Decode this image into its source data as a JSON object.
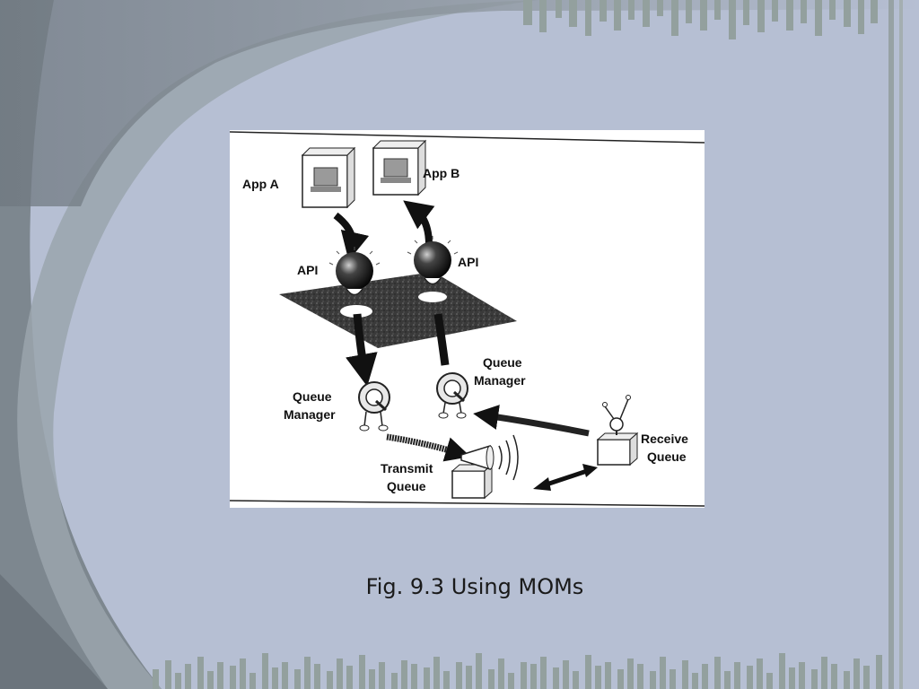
{
  "slide": {
    "caption": "Fig. 9.3 Using MOMs",
    "colors": {
      "background": "#b6bfd3",
      "swoosh": "#8f9aa6",
      "bars": "#93a09e"
    }
  },
  "diagram": {
    "labels": {
      "app_a": "App A",
      "app_b": "App B",
      "api_left": "API",
      "api_right": "API",
      "qm_right_line1": "Queue",
      "qm_right_line2": "Manager",
      "qm_left_line1": "Queue",
      "qm_left_line2": "Manager",
      "receive_line1": "Receive",
      "receive_line2": "Queue",
      "transmit_line1": "Transmit",
      "transmit_line2": "Queue"
    },
    "icons": [
      "computer-icon",
      "api-ball-icon",
      "queue-manager-q-icon",
      "megaphone-icon",
      "antenna-box-icon",
      "network-platform"
    ]
  }
}
